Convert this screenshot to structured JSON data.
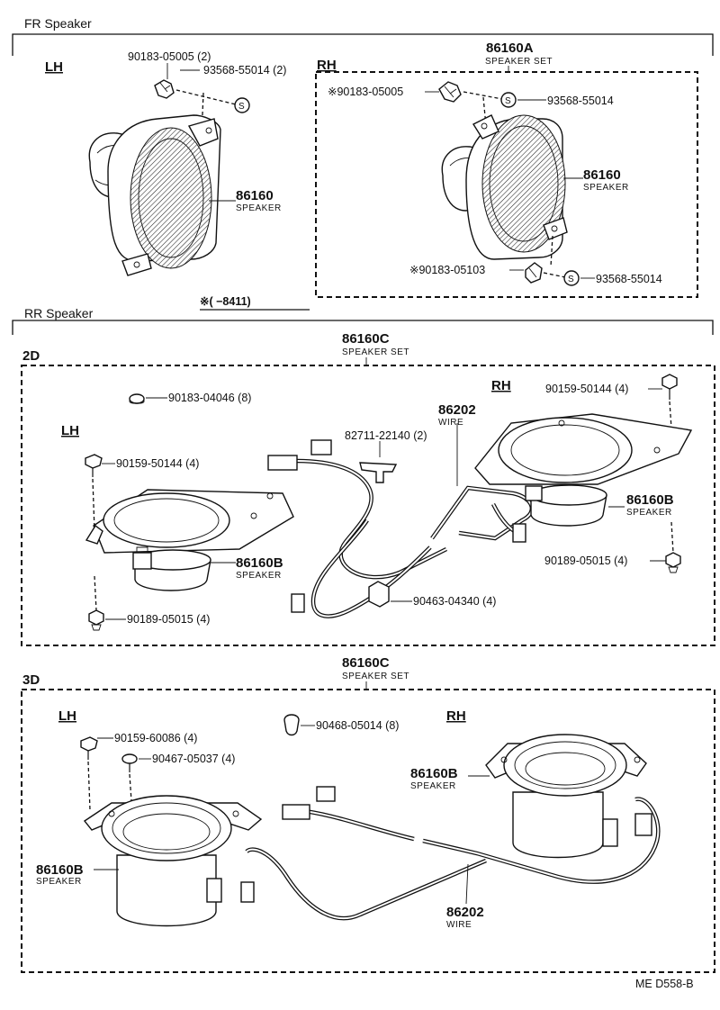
{
  "sections": {
    "fr_header": "FR Speaker",
    "rr_header": "RR Speaker",
    "lh": "LH",
    "rh": "RH",
    "variant_2d": "2D",
    "variant_3d": "3D",
    "fr_range_note": "※(      −8411)"
  },
  "fr_lh": {
    "bolt": "90183-05005 (2)",
    "nut": "93568-55014 (2)",
    "speaker_no": "86160",
    "speaker_name": "SPEAKER"
  },
  "fr_rh": {
    "set_no": "86160A",
    "set_name": "SPEAKER SET",
    "bolt_top": "※90183-05005",
    "nut_top": "93568-55014",
    "speaker_no": "86160",
    "speaker_name": "SPEAKER",
    "bolt_bottom": "※90183-05103",
    "nut_bottom": "93568-55014"
  },
  "rr_2d": {
    "set_no": "86160C",
    "set_name": "SPEAKER SET",
    "grommet": "90183-04046 (8)",
    "wire_no": "86202",
    "wire_name": "WIRE",
    "clip": "82711-22140 (2)",
    "rh_screw": "90159-50144 (4)",
    "lh_screw": "90159-50144 (4)",
    "rh_speaker_no": "86160B",
    "rh_speaker_name": "SPEAKER",
    "lh_speaker_no": "86160B",
    "lh_speaker_name": "SPEAKER",
    "rh_nut": "90189-05015 (4)",
    "clamp": "90463-04340 (4)",
    "lh_nut": "90189-05015 (4)"
  },
  "rr_3d": {
    "set_no": "86160C",
    "set_name": "SPEAKER SET",
    "lh_screw": "90159-60086 (4)",
    "clip": "90468-05014 (8)",
    "washer": "90467-05037 (4)",
    "rh_speaker_no": "86160B",
    "rh_speaker_name": "SPEAKER",
    "lh_speaker_no": "86160B",
    "lh_speaker_name": "SPEAKER",
    "wire_no": "86202",
    "wire_name": "WIRE"
  },
  "footer": {
    "code": "ME  D558-B"
  },
  "icons": [
    "bolt-icon",
    "nut-icon",
    "speaker-icon",
    "wire-harness-icon",
    "clip-icon",
    "screw-icon"
  ]
}
